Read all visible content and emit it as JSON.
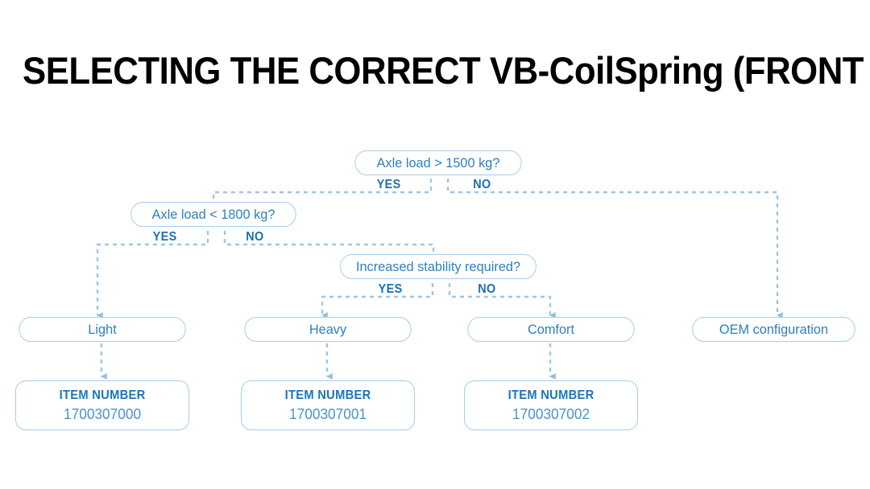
{
  "page": {
    "title": "SELECTING THE CORRECT VB-CoilSpring (FRONT AXLE)"
  },
  "colors": {
    "title_text": "#000000",
    "node_border": "#a8cce8",
    "node_text": "#2e7fc4",
    "branch_label": "#1a6fb5",
    "item_label": "#1b75bb",
    "item_number": "#4a93cf",
    "connector": "#9dc6e6",
    "background": "#ffffff"
  },
  "chart_data": {
    "type": "flowchart",
    "title": "SELECTING THE CORRECT VB-CoilSpring (FRONT AXLE)",
    "orientation": "top-down",
    "nodes": [
      {
        "id": "d1",
        "kind": "decision",
        "label": "Axle load > 1500 kg?"
      },
      {
        "id": "d2",
        "kind": "decision",
        "label": "Axle load < 1800 kg?"
      },
      {
        "id": "d3",
        "kind": "decision",
        "label": "Increased stability required?"
      },
      {
        "id": "o1",
        "kind": "outcome",
        "label": "Light"
      },
      {
        "id": "o2",
        "kind": "outcome",
        "label": "Heavy"
      },
      {
        "id": "o3",
        "kind": "outcome",
        "label": "Comfort"
      },
      {
        "id": "o4",
        "kind": "outcome",
        "label": "OEM configuration"
      },
      {
        "id": "i1",
        "kind": "item",
        "label": "ITEM NUMBER",
        "value": "1700307000"
      },
      {
        "id": "i2",
        "kind": "item",
        "label": "ITEM NUMBER",
        "value": "1700307001"
      },
      {
        "id": "i3",
        "kind": "item",
        "label": "ITEM NUMBER",
        "value": "1700307002"
      }
    ],
    "edges": [
      {
        "from": "d1",
        "to": "d2",
        "label": "YES"
      },
      {
        "from": "d1",
        "to": "o4",
        "label": "NO"
      },
      {
        "from": "d2",
        "to": "o1",
        "label": "YES"
      },
      {
        "from": "d2",
        "to": "d3",
        "label": "NO"
      },
      {
        "from": "d3",
        "to": "o2",
        "label": "YES"
      },
      {
        "from": "d3",
        "to": "o3",
        "label": "NO"
      },
      {
        "from": "o1",
        "to": "i1",
        "label": ""
      },
      {
        "from": "o2",
        "to": "i2",
        "label": ""
      },
      {
        "from": "o3",
        "to": "i3",
        "label": ""
      }
    ]
  },
  "decisions": [
    {
      "label": "Axle load > 1500 kg?",
      "yes": "YES",
      "no": "NO"
    },
    {
      "label": "Axle load < 1800 kg?",
      "yes": "YES",
      "no": "NO"
    },
    {
      "label": "Increased stability required?",
      "yes": "YES",
      "no": "NO"
    }
  ],
  "outcomes": [
    {
      "label": "Light"
    },
    {
      "label": "Heavy"
    },
    {
      "label": "Comfort"
    },
    {
      "label": "OEM configuration"
    }
  ],
  "items": [
    {
      "label": "ITEM NUMBER",
      "value": "1700307000"
    },
    {
      "label": "ITEM NUMBER",
      "value": "1700307001"
    },
    {
      "label": "ITEM NUMBER",
      "value": "1700307002"
    }
  ]
}
